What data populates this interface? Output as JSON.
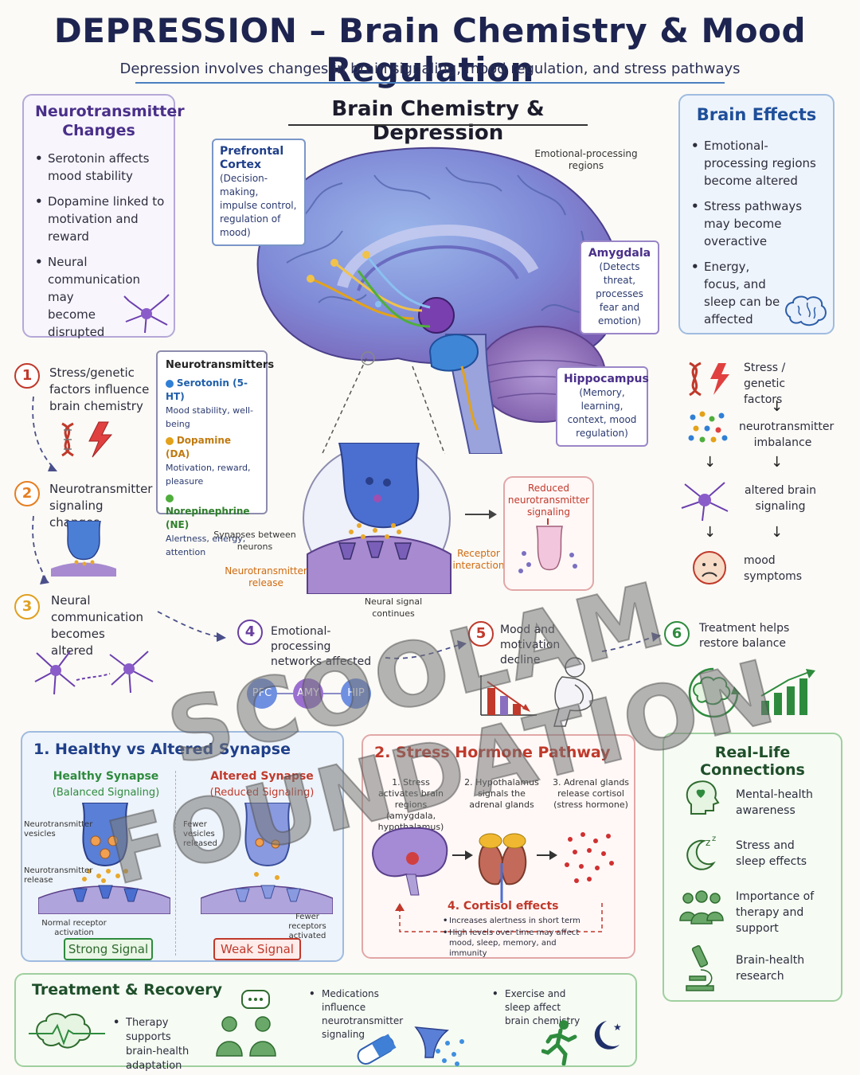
{
  "header": {
    "title": "DEPRESSION – Brain Chemistry & Mood Regulation",
    "subtitle": "Depression involves changes in brain signaling, mood regulation, and stress pathways"
  },
  "center": {
    "title": "Brain Chemistry & Depression",
    "prefrontal": {
      "title": "Prefrontal Cortex",
      "desc": "(Decision-making, impulse control, regulation of mood)"
    },
    "emotional_regions": "Emotional-processing regions",
    "amygdala": {
      "title": "Amygdala",
      "desc": "(Detects threat, processes fear and emotion)"
    },
    "hippocampus": {
      "title": "Hippocampus",
      "desc": "(Memory, learning, context, mood regulation)"
    },
    "neurotransmitters": {
      "title": "Neurotransmitters",
      "items": [
        {
          "name": "Serotonin (5-HT)",
          "desc": "Mood stability, well-being",
          "color": "#2f7fd6"
        },
        {
          "name": "Dopamine (DA)",
          "desc": "Motivation, reward, pleasure",
          "color": "#e3a21a"
        },
        {
          "name": "Norepinephrine (NE)",
          "desc": "Alertness, energy, attention",
          "color": "#4fae3c"
        }
      ]
    },
    "synapses_between": "Synapses between neurons",
    "nt_release": "Neurotransmitter release",
    "receptor_interaction": "Receptor interaction",
    "reduced_signaling": "Reduced neurotransmitter signaling",
    "signal_continues": "Neural signal continues"
  },
  "left_box": {
    "title": "Neurotransmitter Changes",
    "items": [
      "Serotonin affects mood stability",
      "Dopamine linked to motivation and reward",
      "Neural communication may become disrupted"
    ]
  },
  "right_box": {
    "title": "Brain Effects",
    "items": [
      "Emotional-processing regions become altered",
      "Stress pathways may become overactive",
      "Energy, focus, and sleep can be affected"
    ]
  },
  "steps": [
    {
      "num": "1",
      "text": "Stress/genetic factors influence brain chemistry",
      "color": "#c0392b"
    },
    {
      "num": "2",
      "text": "Neurotransmitter signaling changes",
      "color": "#e67e22"
    },
    {
      "num": "3",
      "text": "Neural communication becomes altered",
      "color": "#e0a020"
    },
    {
      "num": "4",
      "text": "Emotional-processing networks affected",
      "color": "#6a3fa0"
    },
    {
      "num": "5",
      "text": "Mood and motivation decline",
      "color": "#c0392b"
    },
    {
      "num": "6",
      "text": "Treatment helps restore balance",
      "color": "#2e8b3e"
    }
  ],
  "network_nodes": [
    "PFC",
    "AMY",
    "HIP"
  ],
  "right_flow": [
    "Stress / genetic factors",
    "neurotransmitter imbalance",
    "altered brain signaling",
    "mood symptoms"
  ],
  "synapse_panel": {
    "title": "1. Healthy vs Altered Synapse",
    "healthy": {
      "title": "Healthy Synapse",
      "sub": "(Balanced Signaling)",
      "vesicles": "Neurotransmitter vesicles",
      "release": "Neurotransmitter release",
      "receptor": "Normal receptor activation",
      "signal": "Strong Signal"
    },
    "altered": {
      "title": "Altered Synapse",
      "sub": "(Reduced Signaling)",
      "vesicles": "Fewer vesicles released",
      "receptor": "Fewer receptors activated",
      "signal": "Weak Signal"
    }
  },
  "stress_panel": {
    "title": "2. Stress Hormone Pathway",
    "steps": [
      "1. Stress activates brain regions (amygdala, hypothalamus)",
      "2. Hypothalamus signals the adrenal glands",
      "3. Adrenal glands release cortisol (stress hormone)"
    ],
    "cortisol_title": "4. Cortisol effects",
    "cortisol_items": [
      "Increases alertness in short term",
      "High levels over time may affect mood, sleep, memory, and immunity"
    ]
  },
  "real_life": {
    "title": "Real-Life Connections",
    "items": [
      "Mental-health awareness",
      "Stress and sleep effects",
      "Importance of therapy and support",
      "Brain-health research"
    ]
  },
  "treatment": {
    "title": "Treatment & Recovery",
    "items": [
      "Therapy supports brain-health adaptation",
      "Medications influence neurotransmitter signaling",
      "Exercise and sleep affect brain chemistry"
    ]
  },
  "watermark": "SCOOLAM FOUNDATION"
}
